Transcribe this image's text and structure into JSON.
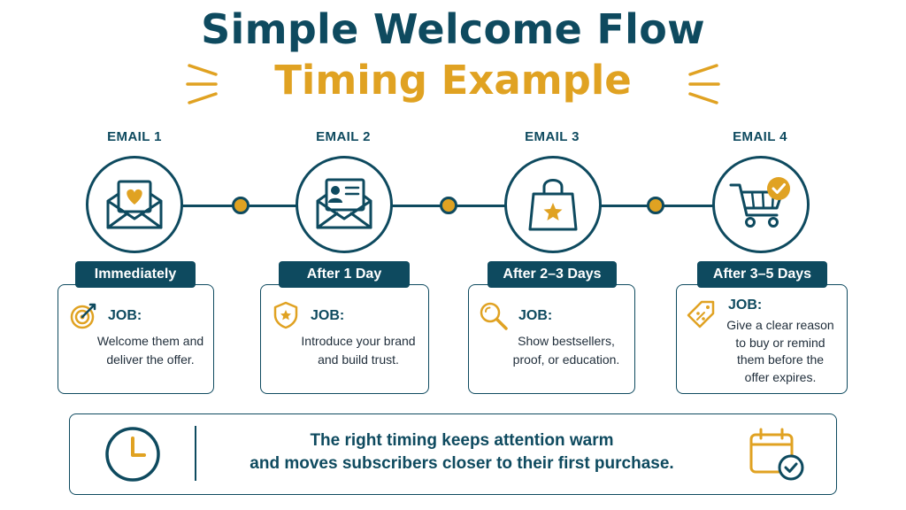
{
  "title": {
    "line1": "Simple Welcome Flow",
    "line2": "Timing Example"
  },
  "colors": {
    "navy": "#0e4a5f",
    "gold": "#e0a222",
    "text": "#1f2d3a"
  },
  "steps": [
    {
      "email": "EMAIL 1",
      "timing": "Immediately",
      "job_label": "JOB:",
      "job_lines": [
        "Welcome them and",
        "deliver the offer."
      ],
      "icon": "envelope-heart-icon",
      "job_icon": "target-icon"
    },
    {
      "email": "EMAIL 2",
      "timing": "After 1 Day",
      "job_label": "JOB:",
      "job_lines": [
        "Introduce your brand",
        "and build trust."
      ],
      "icon": "envelope-profile-icon",
      "job_icon": "shield-star-icon"
    },
    {
      "email": "EMAIL 3",
      "timing": "After 2–3 Days",
      "job_label": "JOB:",
      "job_lines": [
        "Show bestsellers,",
        "proof, or education."
      ],
      "icon": "shopping-bag-star-icon",
      "job_icon": "magnifier-icon"
    },
    {
      "email": "EMAIL 4",
      "timing": "After 3–5 Days",
      "job_label": "JOB:",
      "job_lines": [
        "Give a clear reason",
        "to buy or remind",
        "them before the",
        "offer expires."
      ],
      "icon": "cart-check-icon",
      "job_icon": "price-tag-icon"
    }
  ],
  "bottom": {
    "line1": "The right timing keeps attention warm",
    "line2": "and moves subscribers closer to their first purchase.",
    "left_icon": "clock-icon",
    "right_icon": "calendar-check-icon"
  }
}
